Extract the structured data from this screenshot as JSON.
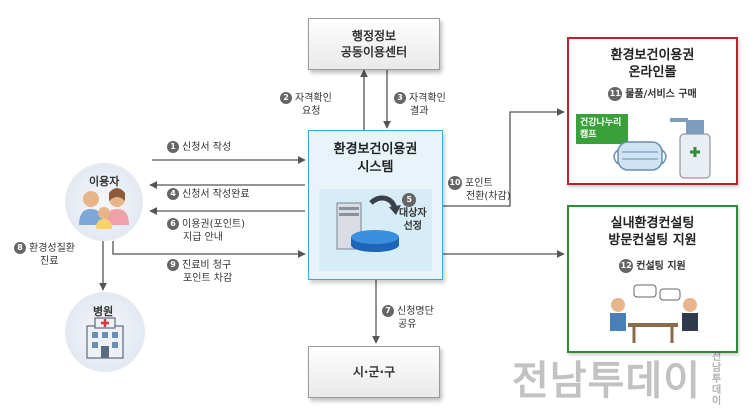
{
  "nodes": {
    "admin_center": {
      "line1": "행정정보",
      "line2": "공동이용센터"
    },
    "system": {
      "line1": "환경보건이용권",
      "line2": "시스템"
    },
    "user": "이용자",
    "hospital": "병원",
    "local_gov": "시·군·구",
    "mall": {
      "line1": "환경보건이용권",
      "line2": "온라인몰"
    },
    "consult": {
      "line1": "실내환경컨설팅",
      "line2": "방문컨설팅 지원"
    }
  },
  "steps": [
    {
      "num": "1",
      "label": "신청서 작성"
    },
    {
      "num": "2",
      "label_line1": "자격확인",
      "label_line2": "요청"
    },
    {
      "num": "3",
      "label_line1": "자격확인",
      "label_line2": "결과"
    },
    {
      "num": "4",
      "label": "신청서 작성완료"
    },
    {
      "num": "5",
      "label_line1": "대상자",
      "label_line2": "선정"
    },
    {
      "num": "6",
      "label_line1": "이용권(포인트)",
      "label_line2": "지급 안내"
    },
    {
      "num": "7",
      "label_line1": "신청명단",
      "label_line2": "공유"
    },
    {
      "num": "8",
      "label_line1": "환경성질환",
      "label_line2": "진료"
    },
    {
      "num": "9",
      "label_line1": "진료비 청구",
      "label_line2": "포인트 차감"
    },
    {
      "num": "10",
      "label_line1": "포인트",
      "label_line2": "전환(차감)"
    },
    {
      "num": "11",
      "label": "물품/서비스 구매"
    },
    {
      "num": "12",
      "label": "컨설팅 지원"
    }
  ],
  "badge": {
    "line1": "건강나누리",
    "line2": "캠프"
  },
  "watermark": {
    "main": "전남투데이",
    "side": "전남투데이"
  },
  "colors": {
    "mall_border": "#c0202b",
    "consult_border": "#2e8b3a",
    "system_border": "#3aa9d6",
    "arrow": "#555555"
  }
}
